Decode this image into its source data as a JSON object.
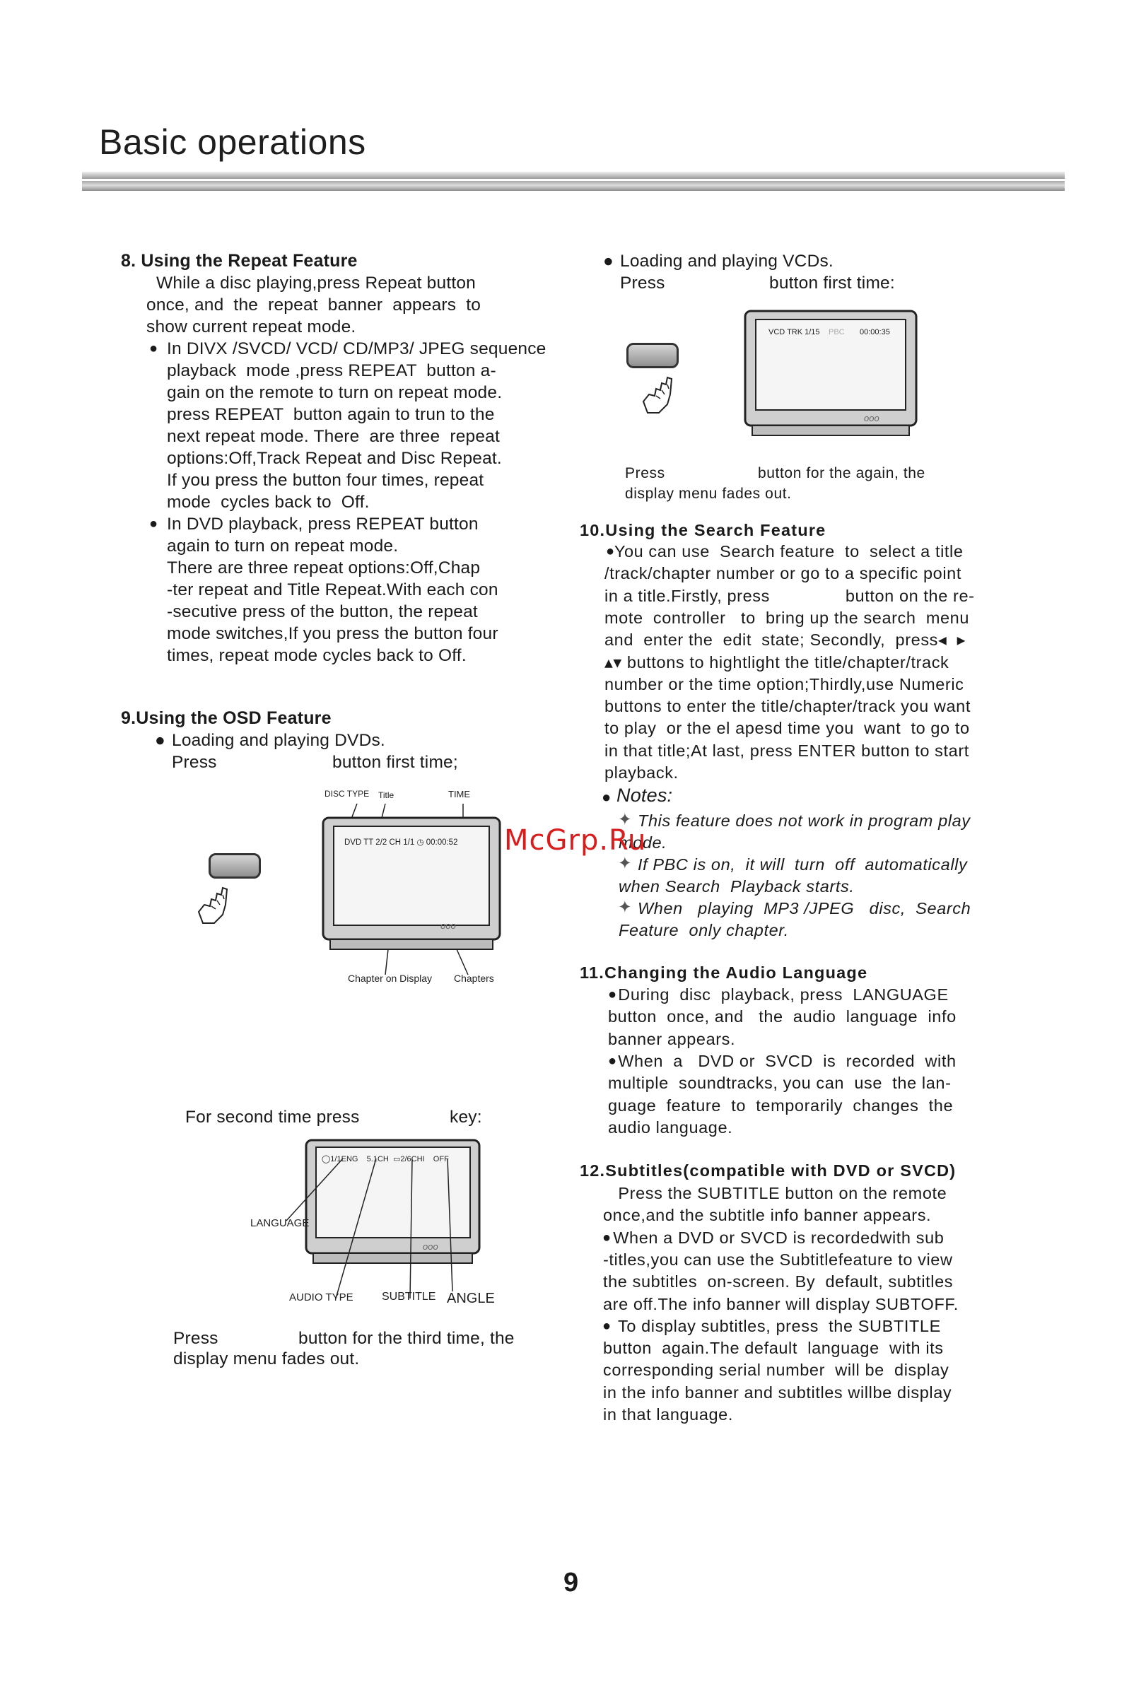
{
  "page": {
    "title": "Basic operations",
    "page_number": "9",
    "watermark": "McGrp.Ru"
  },
  "left": {
    "s8": {
      "heading": "8. Using the Repeat Feature",
      "lines": [
        "  While a disc playing,press Repeat button",
        "once, and  the  repeat  banner  appears  to",
        "show current repeat mode.",
        "In DIVX /SVCD/ VCD/ CD/MP3/ JPEG sequence",
        "playback  mode ,press REPEAT  button a-",
        "gain on the remote to turn on repeat mode.",
        "press REPEAT  button again to trun to the",
        "next repeat mode. There  are three  repeat",
        "options:Off,Track Repeat and Disc Repeat.",
        "If you press the button four times, repeat",
        "mode  cycles back to  Off.",
        "In DVD playback, press REPEAT button",
        "again to turn on repeat mode.",
        "There are three repeat options:Off,Chap",
        "-ter repeat and Title Repeat.With each con",
        "-secutive press of the button, the repeat",
        "mode switches,If you press the button four",
        "times, repeat mode cycles back to Off."
      ]
    },
    "s9": {
      "heading": "9.Using the OSD Feature",
      "bullet": "Loading and playing DVDs.",
      "press_line_a": "Press",
      "press_line_b": "button first time;",
      "tv1": {
        "label_disc_type": "DISC TYPE",
        "label_title": "Title",
        "label_time": "TIME",
        "osd_text": "DVD TT 2/2 CH 1/1 ◷ 00:00:52",
        "label_chapter_on_display": "Chapter on Display",
        "label_chapters": "Chapters",
        "dots": "ooo"
      },
      "second_a": "For second time press",
      "second_b": "key:",
      "tv2": {
        "osd_text": "◯1/1ENG    5.1CH  ▭2/6CHI    OFF",
        "label_language": "LANGUAGE",
        "label_audio_type": "AUDIO TYPE",
        "label_subtitle": "SUBTITLE",
        "label_angle": "ANGLE",
        "dots": "ooo"
      },
      "third_a": "Press",
      "third_b": "button for the third time, the",
      "third_c": "display menu fades out."
    }
  },
  "right": {
    "vcd": {
      "bullet": "Loading and playing VCDs.",
      "press_a": "Press",
      "press_b": "button first time:",
      "tv": {
        "osd_text": "VCD TRK 1/15",
        "osd_pbc": "PBC",
        "osd_time": "00:00:35",
        "dots": "ooo"
      },
      "again_a": "Press",
      "again_b": "button for the again, the",
      "again_c": "display menu fades out."
    },
    "s10": {
      "heading": "10.Using the Search Feature",
      "lines": [
        "  You can use  Search feature  to  select a title",
        "/track/chapter number or go to a specific point",
        "in a title.Firstly, press               button on the re-",
        "mote  controller   to  bring up the search  menu",
        "and  enter the  edit  state; Secondly,  press◂  ▸",
        "▴▾ buttons to hightlight the title/chapter/track",
        "number or the time option;Thirdly,use Numeric",
        "buttons to enter the title/chapter/track you want",
        "to play  or the el apesd time you  want  to go to",
        "in that title;At last, press ENTER button to start",
        "playback."
      ],
      "notes_heading": "Notes:",
      "notes": [
        "This feature does not work in program play",
        "mode.",
        "If PBC is on,  it will  turn  off  automatically",
        "when Search  Playback starts.",
        "When   playing  MP3 /JPEG   disc,  Search",
        "Feature  only chapter."
      ]
    },
    "s11": {
      "heading": "11.Changing the Audio Language",
      "lines": [
        "  During  disc  playback, press  LANGUAGE",
        "button  once, and   the  audio  language  info",
        "banner appears.",
        "  When  a   DVD or  SVCD  is  recorded  with",
        "multiple  soundtracks, you can  use  the lan-",
        "guage  feature  to  temporarily  changes  the",
        "audio language."
      ]
    },
    "s12": {
      "heading": "12.Subtitles(compatible with DVD or SVCD)",
      "lines": [
        "   Press the SUBTITLE button on the remote",
        "once,and the subtitle info banner appears.",
        "  When a DVD or SVCD is recordedwith sub",
        "-titles,you can use the Subtitlefeature to view",
        "the subtitles  on-screen. By  default, subtitles",
        "are off.The info banner will display SUBTOFF.",
        "   To display subtitles, press  the SUBTITLE",
        "button  again.The default  language  with its",
        "corresponding serial number  will be  display",
        "in the info banner and subtitles willbe display",
        "in that language."
      ]
    }
  }
}
